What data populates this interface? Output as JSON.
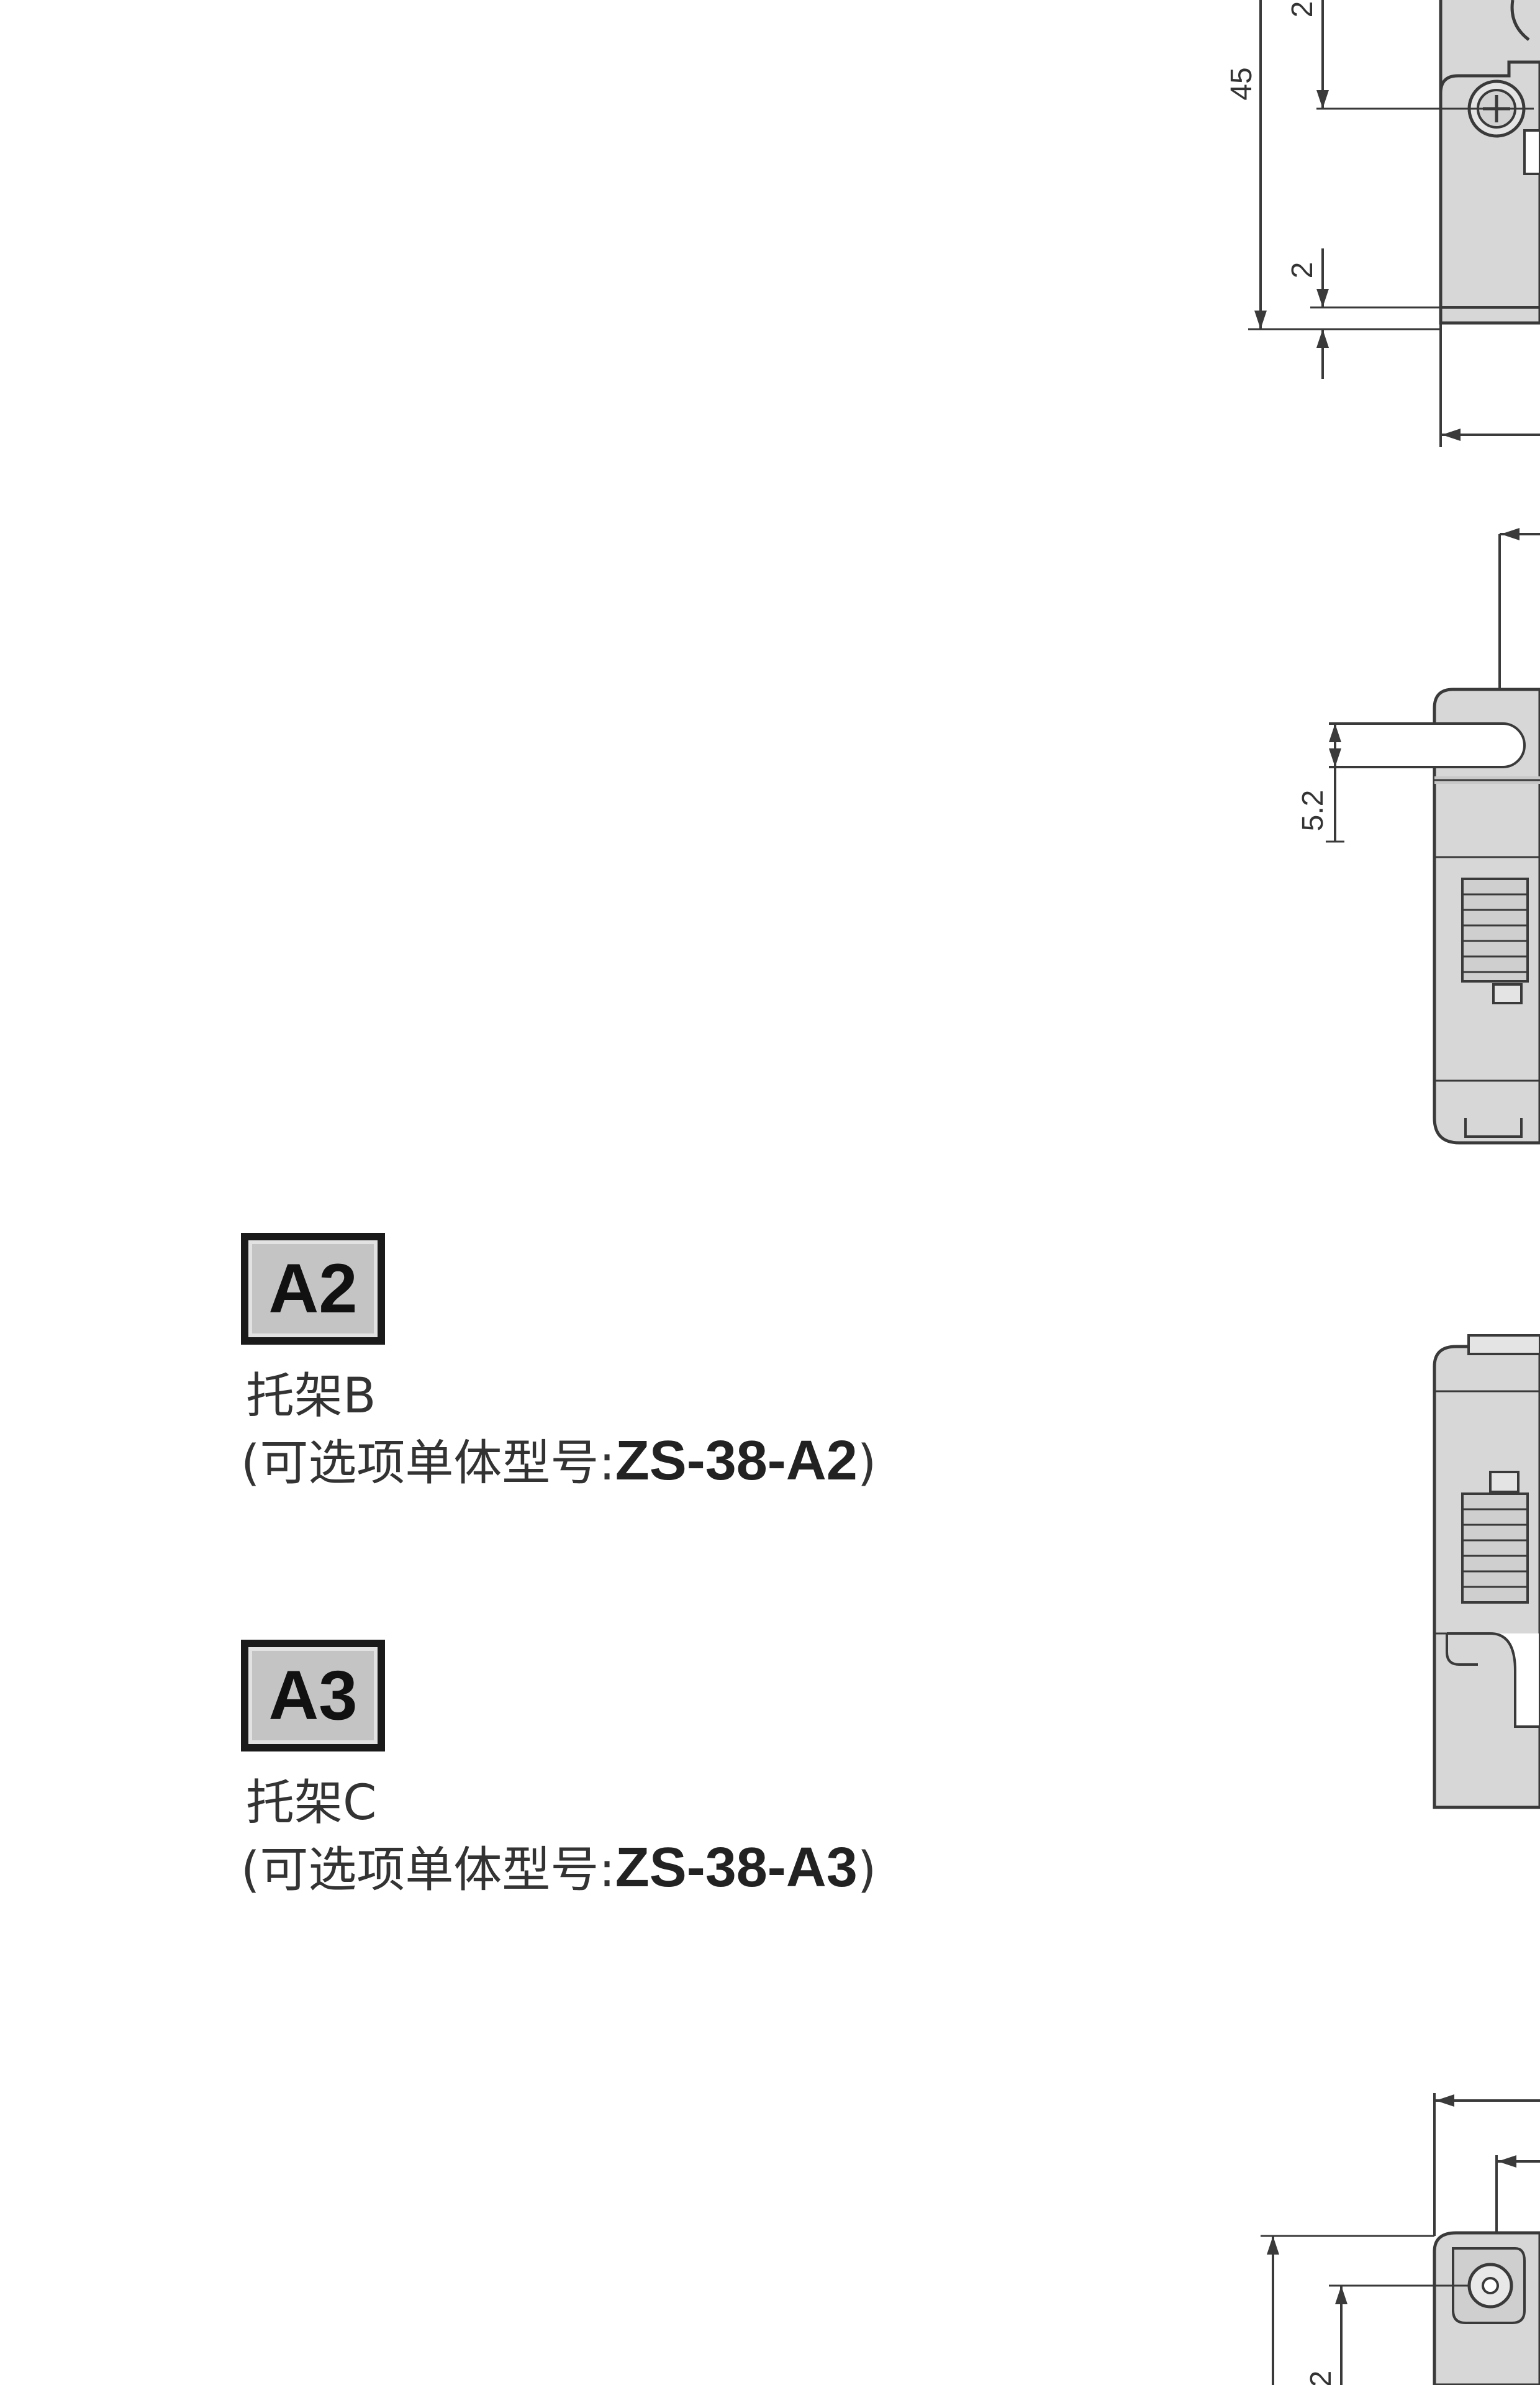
{
  "options": [
    {
      "code": "A2",
      "name": "托架B",
      "model_prefix": "(可选项单体型号:",
      "model_code": "ZS-38-A2",
      "model_suffix": ")"
    },
    {
      "code": "A3",
      "name": "托架C",
      "model_prefix": "(可选项单体型号:",
      "model_code": "ZS-38-A3",
      "model_suffix": ")"
    }
  ],
  "dimensions": {
    "top_height": "45",
    "top_offset_upper": "2",
    "top_offset_lower": "2",
    "slot_width": "5.2",
    "bottom_partial": "2"
  },
  "colors": {
    "part_fill": "#d7d7d7",
    "part_shade": "#bfbfbf",
    "line": "#3a3a3a",
    "badge_fill": "#c4c4c4",
    "badge_border": "#1a1a1a"
  }
}
